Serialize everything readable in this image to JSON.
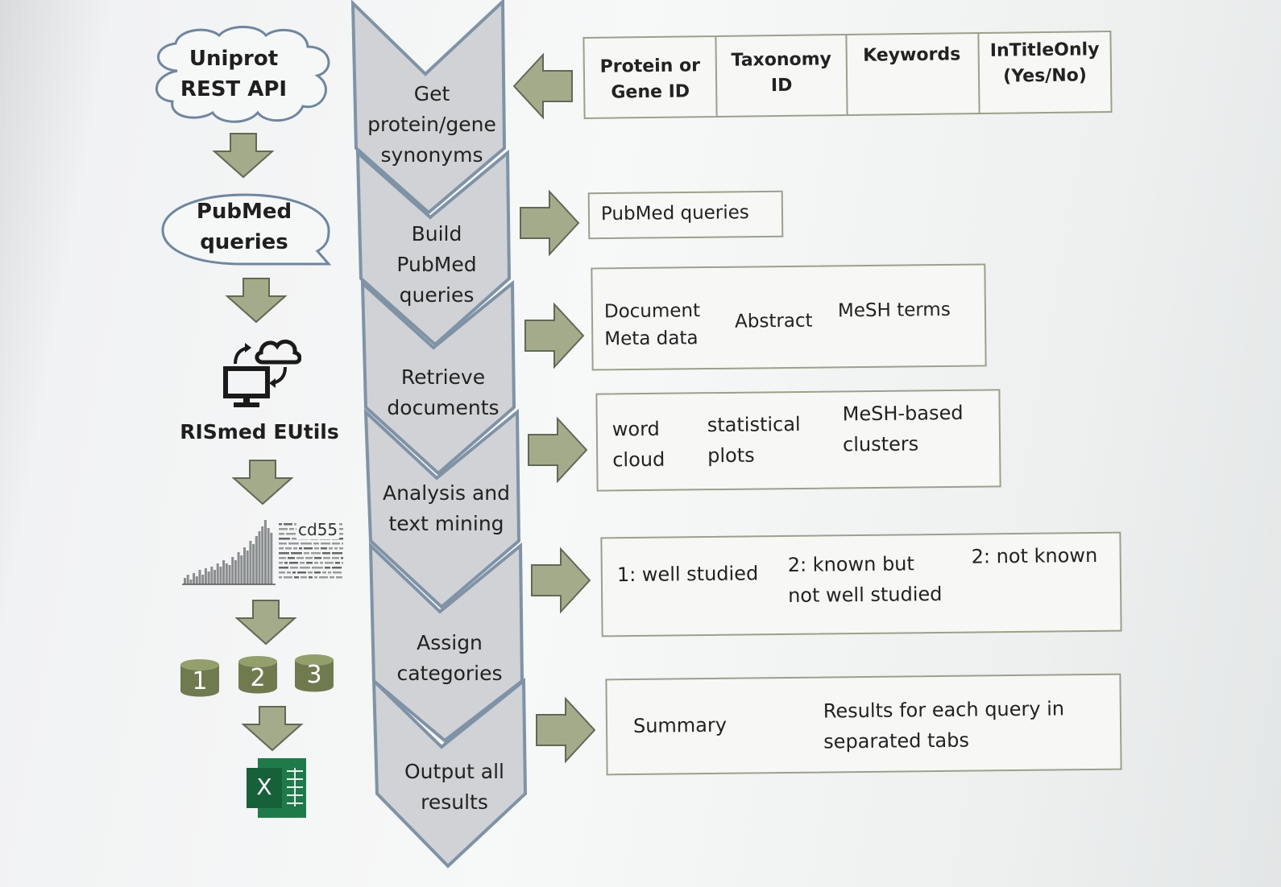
{
  "left_flow": {
    "uniprot_label": [
      "Uniprot",
      "REST API"
    ],
    "pubmed_label": [
      "PubMed",
      "queries"
    ],
    "rismed_label": "RISmed EUtils",
    "wordcloud_word": "cd55",
    "category_numbers": [
      "1",
      "2",
      "3"
    ],
    "excel_letter": "X"
  },
  "stages": [
    {
      "label": [
        "Get",
        "protein/gene",
        "synonyms"
      ]
    },
    {
      "label": [
        "Build",
        "PubMed",
        "queries"
      ]
    },
    {
      "label": [
        "Retrieve",
        "documents"
      ]
    },
    {
      "label": [
        "Analysis and",
        "text mining"
      ]
    },
    {
      "label": [
        "Assign",
        "categories"
      ]
    },
    {
      "label": [
        "Output all",
        "results"
      ]
    }
  ],
  "inputs_table": {
    "columns": [
      [
        "Protein or",
        "Gene ID"
      ],
      [
        "Taxonomy",
        "ID"
      ],
      [
        "Keywords"
      ],
      [
        "InTitleOnly",
        "(Yes/No)"
      ]
    ]
  },
  "outputs": {
    "queries_box": "PubMed queries",
    "documents_box": {
      "meta": [
        "Document",
        "Meta data"
      ],
      "abstract": "Abstract",
      "mesh": "MeSH terms"
    },
    "analysis_box": {
      "wordcloud": [
        "word",
        "cloud"
      ],
      "stats": [
        "statistical",
        "plots"
      ],
      "clusters": [
        "MeSH-based",
        "clusters"
      ]
    },
    "categories_box": {
      "cat1": "1: well studied",
      "cat2": [
        "2: known but",
        "not well studied"
      ],
      "cat3": "2: not known"
    },
    "results_box": {
      "summary": "Summary",
      "tabs": [
        "Results for each query in",
        "separated tabs"
      ]
    }
  },
  "colors": {
    "arrow_fill": "#a3ab8b",
    "arrow_stroke": "#5f6a55",
    "chevron_fill": "#d0d2d6",
    "chevron_stroke": "#7f93a6",
    "box_border": "#9aa08c",
    "db_fill": "#6f7a4f",
    "excel_green": "#1d6b40"
  }
}
